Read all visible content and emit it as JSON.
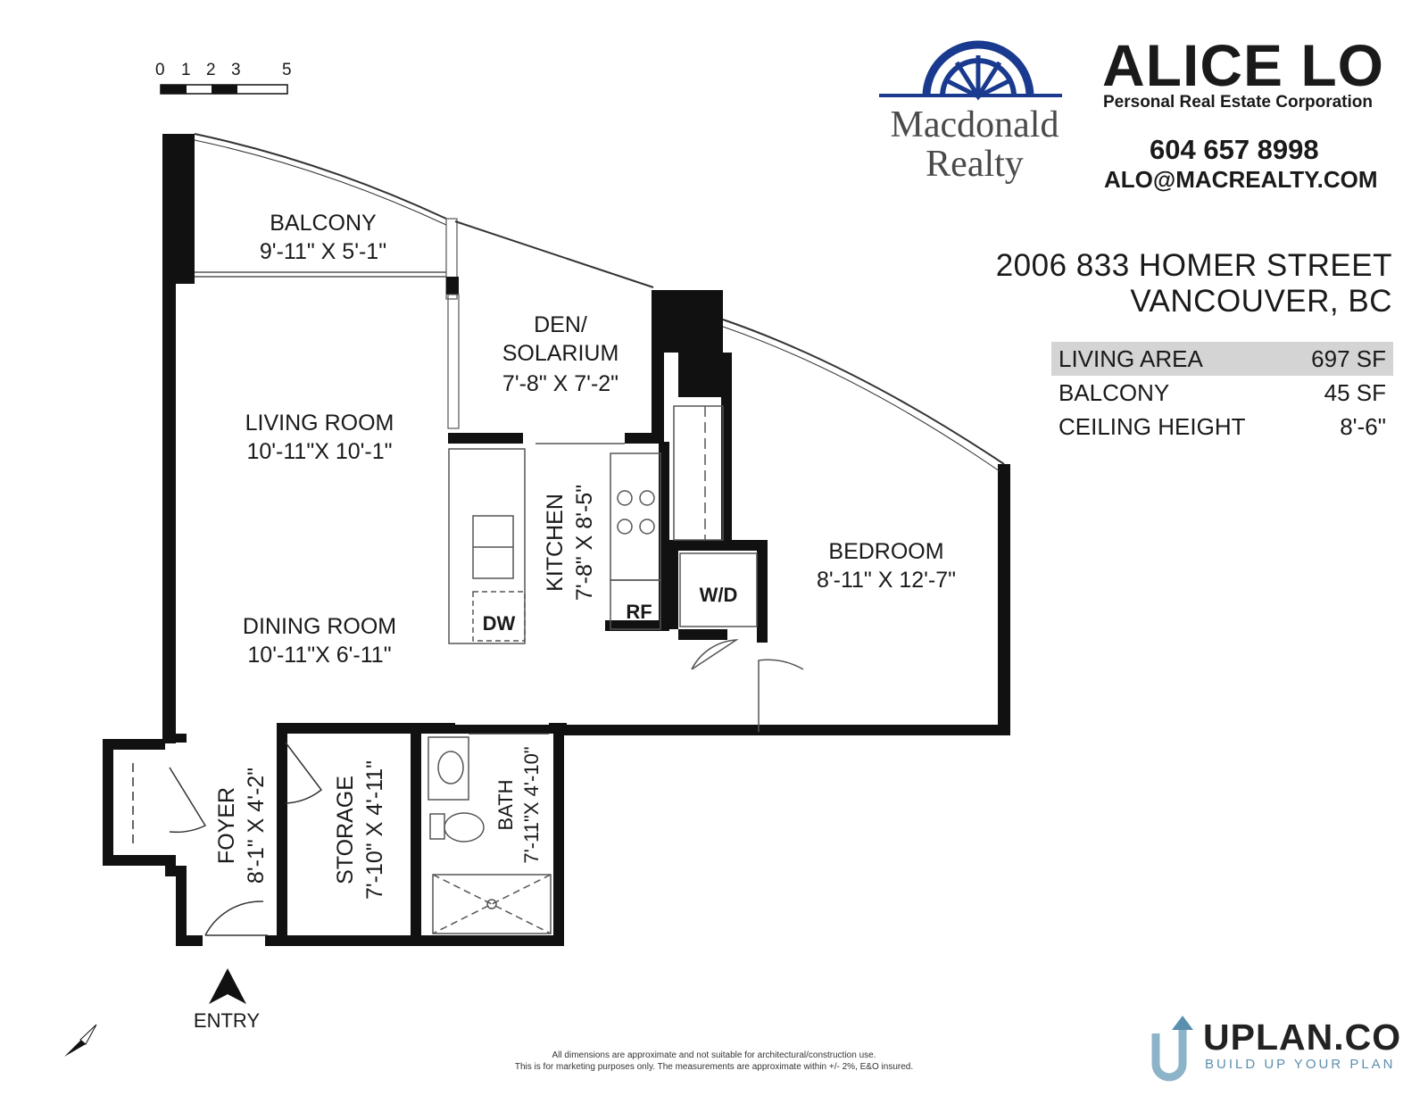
{
  "scale": {
    "ticks": [
      "0",
      "1",
      "2",
      "3",
      "5"
    ]
  },
  "brand": {
    "name_line1": "Macdonald",
    "name_line2": "Realty"
  },
  "agent": {
    "name": "ALICE LO",
    "subtitle": "Personal Real Estate Corporation",
    "phone": "604 657 8998",
    "email": "ALO@MACREALTY.COM"
  },
  "address": {
    "line1": "2006 833 HOMER STREET",
    "line2": "VANCOUVER, BC"
  },
  "stats": [
    {
      "label": "LIVING AREA",
      "value": "697 SF",
      "highlight": true
    },
    {
      "label": "BALCONY",
      "value": "45 SF",
      "highlight": false
    },
    {
      "label": "CEILING HEIGHT",
      "value": "8'-6\"",
      "highlight": false
    }
  ],
  "rooms": {
    "balcony": {
      "name": "BALCONY",
      "dims": "9'-11\" X  5'-1\""
    },
    "den": {
      "name_line1": "DEN/",
      "name_line2": "SOLARIUM",
      "dims": "7'-8\"  X  7'-2\""
    },
    "living": {
      "name": "LIVING ROOM",
      "dims": "10'-11\"X 10'-1\""
    },
    "dining": {
      "name": "DINING ROOM",
      "dims": "10'-11\"X 6'-11\""
    },
    "kitchen": {
      "name": "KITCHEN",
      "dims": "7'-8\" X 8'-5\""
    },
    "bedroom": {
      "name": "BEDROOM",
      "dims": "8'-11\" X 12'-7\""
    },
    "foyer": {
      "name": "FOYER",
      "dims": "8'-1\"  X  4'-2\""
    },
    "storage": {
      "name": "STORAGE",
      "dims": "7'-10\" X 4'-11\""
    },
    "bath": {
      "name": "BATH",
      "dims": "7'-11\"X 4'-10\""
    }
  },
  "appliances": {
    "dw": "DW",
    "rf": "RF",
    "wd": "W/D"
  },
  "entry": "ENTRY",
  "disclaimer": {
    "line1": "All dimensions are approximate and not suitable for architectural/construction use.",
    "line2": "This is for marketing purposes only. The measurements are approximate within +/- 2%, E&O insured."
  },
  "uplan": {
    "name": "UPLAN.CO",
    "tagline": "BUILD UP YOUR PLAN"
  },
  "colors": {
    "wall": "#111111",
    "brand_blue": "#1a3a8f",
    "uplan_blue": "#5b8fae",
    "highlight": "#d4d4d4"
  }
}
